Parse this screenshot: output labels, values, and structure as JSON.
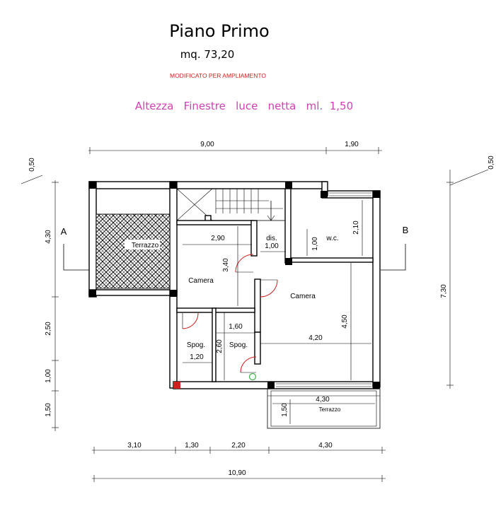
{
  "header": {
    "title": "Piano   Primo",
    "area": "mq. 73,20",
    "note": "MODIFICATO PER AMPLIAMENTO",
    "window_note": "Altezza   Finestre   luce   netta   ml.  1,50"
  },
  "colors": {
    "accent_pink": "#d23fb4",
    "note_red": "#d22020",
    "door_red": "#d22020",
    "pillar_red": "#d22020",
    "marker_green": "#3bb04a",
    "ink": "#000000"
  },
  "dimensions": {
    "top_left": "9,00",
    "top_right": "1,90",
    "bottom_total": "10,90",
    "bottom_1": "3,10",
    "bottom_2": "1,30",
    "bottom_3": "2,20",
    "bottom_4": "4,30",
    "left_top": "0,50",
    "left_1": "4,30",
    "left_2": "2,50",
    "left_3": "1,00",
    "left_4": "1,50",
    "right_top": "0,50",
    "right_total": "7,30",
    "room_290": "2,90",
    "room_340": "3,40",
    "dis_100": "1,00",
    "wc_100": "1,00",
    "wc_210": "2,10",
    "cam_450": "4,50",
    "cam_420": "4,20",
    "spog_160": "1,60",
    "spog_260": "2,60",
    "spog_120": "1,20",
    "ter_430": "4,30",
    "ter_150": "1,50"
  },
  "rooms": {
    "terrazzo_left": "Terrazzo",
    "camera_left": "Camera",
    "camera_right": "Camera",
    "dis": "dis.",
    "wc": "w.c.",
    "spog_1": "Spog.",
    "spog_2": "Spog.",
    "terrazzo_bottom": "Terrazzo"
  },
  "section_marks": {
    "a": "A",
    "b": "B"
  }
}
